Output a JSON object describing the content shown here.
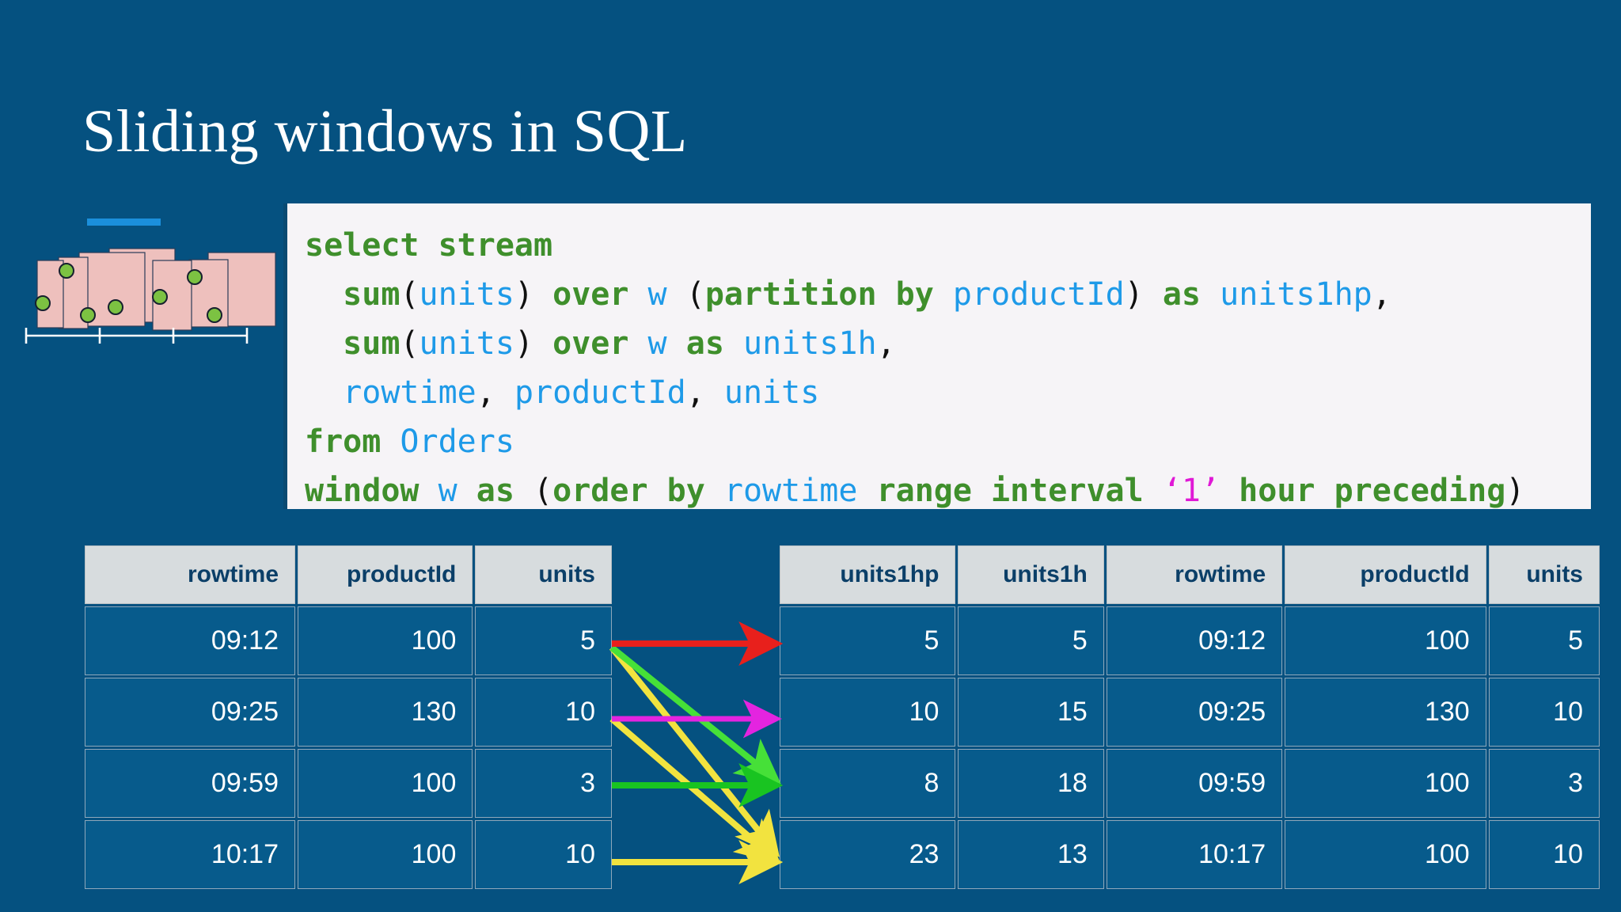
{
  "slide": {
    "title": "Sliding windows in SQL",
    "background_color": "#055180"
  },
  "icon": {
    "name": "sliding-windows-diagram",
    "bar_color": "#1b8fdc",
    "window_color": "#eec0bd",
    "event_color": "#7cc242",
    "axis_color": "#ffffff"
  },
  "code": {
    "background_color": "#f6f4f7",
    "keyword_color": "#3f8f2c",
    "identifier_color": "#1e9ae8",
    "punctuation_color": "#101010",
    "literal_color": "#e019d6",
    "lines": [
      [
        {
          "t": "select stream",
          "c": "kw"
        }
      ],
      [
        {
          "t": "  ",
          "c": "sp"
        },
        {
          "t": "sum",
          "c": "kw"
        },
        {
          "t": "(",
          "c": "pn"
        },
        {
          "t": "units",
          "c": "id"
        },
        {
          "t": ")",
          "c": "pn"
        },
        {
          "t": " ",
          "c": "sp"
        },
        {
          "t": "over",
          "c": "kw"
        },
        {
          "t": " ",
          "c": "sp"
        },
        {
          "t": "w",
          "c": "id"
        },
        {
          "t": " ",
          "c": "sp"
        },
        {
          "t": "(",
          "c": "pn"
        },
        {
          "t": "partition by",
          "c": "kw"
        },
        {
          "t": " ",
          "c": "sp"
        },
        {
          "t": "productId",
          "c": "id"
        },
        {
          "t": ")",
          "c": "pn"
        },
        {
          "t": " ",
          "c": "sp"
        },
        {
          "t": "as",
          "c": "kw"
        },
        {
          "t": " ",
          "c": "sp"
        },
        {
          "t": "units1hp",
          "c": "id"
        },
        {
          "t": ",",
          "c": "pn"
        }
      ],
      [
        {
          "t": "  ",
          "c": "sp"
        },
        {
          "t": "sum",
          "c": "kw"
        },
        {
          "t": "(",
          "c": "pn"
        },
        {
          "t": "units",
          "c": "id"
        },
        {
          "t": ")",
          "c": "pn"
        },
        {
          "t": " ",
          "c": "sp"
        },
        {
          "t": "over",
          "c": "kw"
        },
        {
          "t": " ",
          "c": "sp"
        },
        {
          "t": "w",
          "c": "id"
        },
        {
          "t": " ",
          "c": "sp"
        },
        {
          "t": "as",
          "c": "kw"
        },
        {
          "t": " ",
          "c": "sp"
        },
        {
          "t": "units1h",
          "c": "id"
        },
        {
          "t": ",",
          "c": "pn"
        }
      ],
      [
        {
          "t": "  ",
          "c": "sp"
        },
        {
          "t": "rowtime",
          "c": "id"
        },
        {
          "t": ",",
          "c": "pn"
        },
        {
          "t": " ",
          "c": "sp"
        },
        {
          "t": "productId",
          "c": "id"
        },
        {
          "t": ",",
          "c": "pn"
        },
        {
          "t": " ",
          "c": "sp"
        },
        {
          "t": "units",
          "c": "id"
        }
      ],
      [
        {
          "t": "from",
          "c": "kw"
        },
        {
          "t": " ",
          "c": "sp"
        },
        {
          "t": "Orders",
          "c": "id"
        }
      ],
      [
        {
          "t": "window",
          "c": "kw"
        },
        {
          "t": " ",
          "c": "sp"
        },
        {
          "t": "w",
          "c": "id"
        },
        {
          "t": " ",
          "c": "sp"
        },
        {
          "t": "as",
          "c": "kw"
        },
        {
          "t": " ",
          "c": "sp"
        },
        {
          "t": "(",
          "c": "pn"
        },
        {
          "t": "order by",
          "c": "kw"
        },
        {
          "t": " ",
          "c": "sp"
        },
        {
          "t": "rowtime",
          "c": "id"
        },
        {
          "t": " ",
          "c": "sp"
        },
        {
          "t": "range interval",
          "c": "kw"
        },
        {
          "t": " ",
          "c": "sp"
        },
        {
          "t": "‘1’",
          "c": "lit"
        },
        {
          "t": " ",
          "c": "sp"
        },
        {
          "t": "hour preceding",
          "c": "kw"
        },
        {
          "t": ")",
          "c": "pn"
        }
      ]
    ]
  },
  "input_table": {
    "name": "Orders",
    "columns": [
      "rowtime",
      "productId",
      "units"
    ],
    "rows": [
      [
        "09:12",
        "100",
        "5"
      ],
      [
        "09:25",
        "130",
        "10"
      ],
      [
        "09:59",
        "100",
        "3"
      ],
      [
        "10:17",
        "100",
        "10"
      ]
    ]
  },
  "output_table": {
    "columns": [
      "units1hp",
      "units1h",
      "rowtime",
      "productId",
      "units"
    ],
    "rows": [
      [
        "5",
        "5",
        "09:12",
        "100",
        "5"
      ],
      [
        "10",
        "15",
        "09:25",
        "130",
        "10"
      ],
      [
        "8",
        "18",
        "09:59",
        "100",
        "3"
      ],
      [
        "23",
        "13",
        "10:17",
        "100",
        "10"
      ]
    ]
  },
  "arrows": [
    {
      "name": "arrow-row1-red",
      "color": "#e8201c",
      "from_row": 1,
      "to_row": 1
    },
    {
      "name": "arrow-row2-magenta",
      "color": "#e424e0",
      "from_row": 2,
      "to_row": 2
    },
    {
      "name": "arrow-row3-green",
      "color": "#19c421",
      "from_row": 3,
      "to_row": 3
    },
    {
      "name": "arrow-row1-to-3-green",
      "color": "#46e038",
      "from_row": 1,
      "to_row": 3
    },
    {
      "name": "arrow-row1-to-4-yellow",
      "color": "#f2e33f",
      "from_row": 1,
      "to_row": 4
    },
    {
      "name": "arrow-row2-to-4-yellow",
      "color": "#f2e33f",
      "from_row": 2,
      "to_row": 4
    },
    {
      "name": "arrow-row4-yellow",
      "color": "#f2e33f",
      "from_row": 4,
      "to_row": 4
    }
  ]
}
